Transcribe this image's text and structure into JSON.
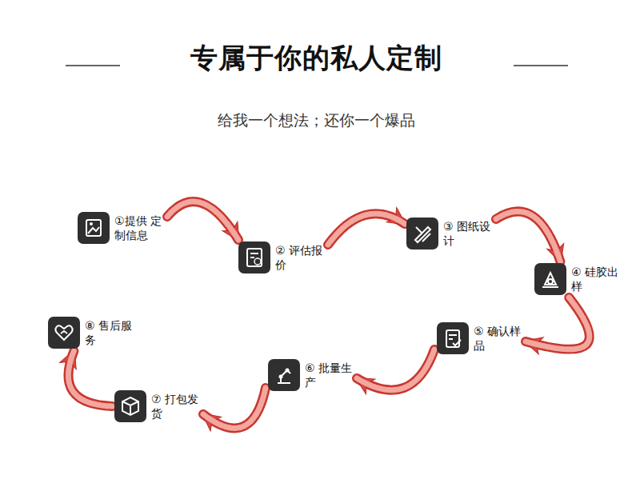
{
  "diagram": {
    "title": "专属于你的私人定制",
    "caption": "给我一个想法；还你一个爆品",
    "nodes": [
      {
        "text": [
          "①提供 定制信息"
        ]
      },
      {
        "text": [
          "② 评估报价"
        ]
      },
      {
        "text": [
          "③ 图纸设计"
        ]
      },
      {
        "text": [
          "④ 硅胶出样"
        ]
      },
      {
        "text": [
          "⑤ 确认样品"
        ]
      },
      {
        "text": [
          "⑥ 批量生产"
        ]
      },
      {
        "text": [
          "⑦ 打包发货"
        ]
      },
      {
        "text": [
          "⑧ 售后服务"
        ]
      }
    ],
    "edges": [
      {
        "from": 0,
        "to": 1,
        "arrow": "to"
      },
      {
        "from": 1,
        "to": 2,
        "arrow": "to"
      },
      {
        "from": 2,
        "to": 3,
        "arrow": "to"
      },
      {
        "from": 3,
        "to": 4,
        "arrow": "to"
      },
      {
        "from": 4,
        "to": 5,
        "arrow": "to"
      },
      {
        "from": 5,
        "to": 6,
        "arrow": "to"
      },
      {
        "from": 6,
        "to": 7,
        "arrow": "to"
      }
    ]
  }
}
